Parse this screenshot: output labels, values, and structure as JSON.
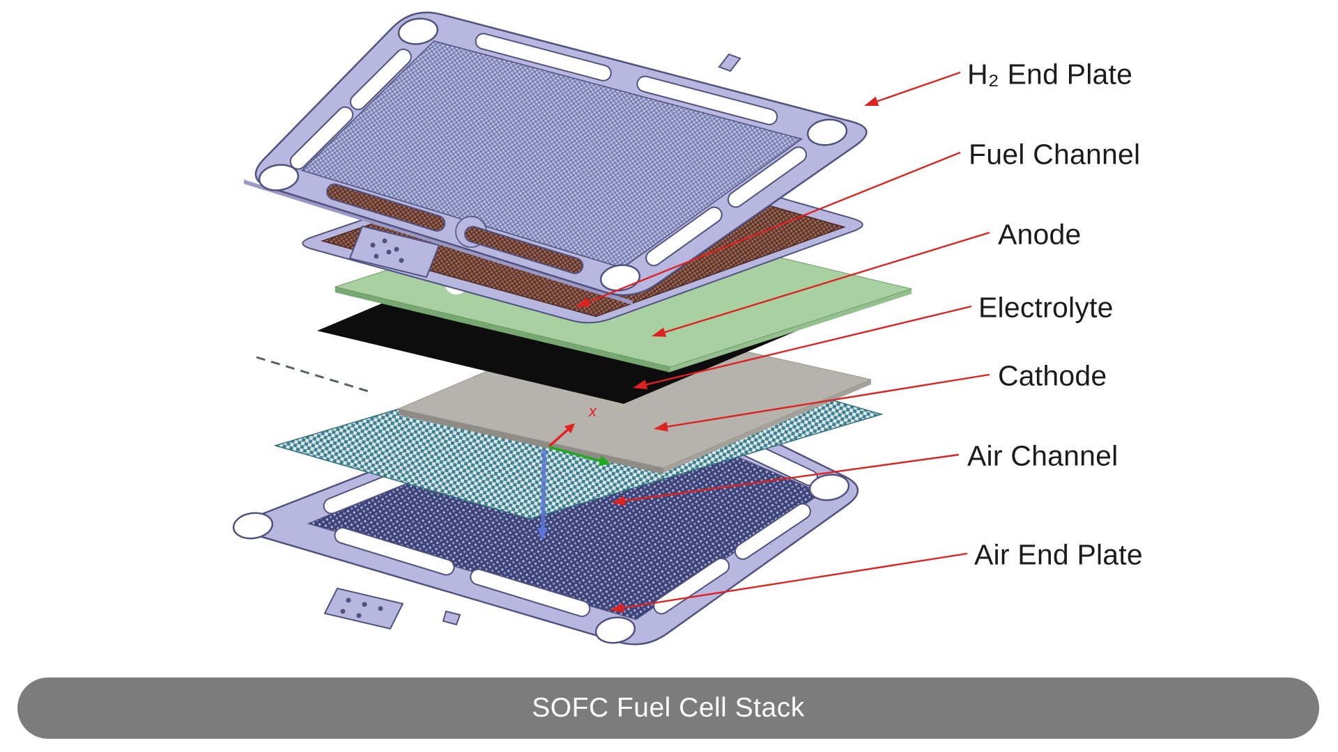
{
  "diagram": {
    "labels": [
      {
        "id": "h2-end-plate",
        "text": "H₂ End Plate"
      },
      {
        "id": "fuel-channel",
        "text": "Fuel Channel"
      },
      {
        "id": "anode",
        "text": "Anode"
      },
      {
        "id": "electrolyte",
        "text": "Electrolyte"
      },
      {
        "id": "cathode",
        "text": "Cathode"
      },
      {
        "id": "air-channel",
        "text": "Air Channel"
      },
      {
        "id": "air-end-plate",
        "text": "Air End Plate"
      }
    ],
    "axis_labels": {
      "x": "x"
    },
    "colors": {
      "leader": "#dd2222",
      "plate": "#b8b7df",
      "plate_side": "#9a99c6",
      "plate_outline": "#50517e",
      "anode": "#a8d0a0",
      "anode_side": "#78a872",
      "anode_side2": "#93c08c",
      "electrolyte": "#0d0d0d",
      "cathode": "#b5b3ab",
      "cathode_side": "#8e8c84",
      "cathode_side2": "#a3a199",
      "axis_x": "#e32222",
      "axis_y": "#21a821",
      "axis_z": "#5b74d8",
      "dash": "#56635a",
      "label_text": "#1b1b1b"
    }
  },
  "banner": {
    "title": "SOFC Fuel Cell Stack",
    "background": "#7c7c7c",
    "text_color": "#ffffff"
  }
}
